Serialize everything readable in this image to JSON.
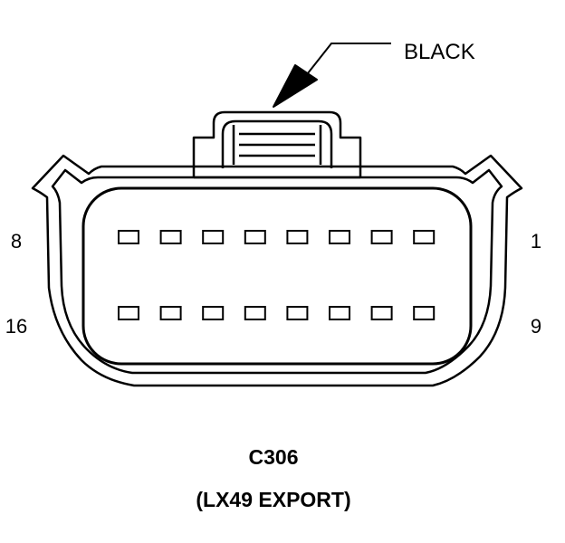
{
  "callout": {
    "label": "BLACK"
  },
  "pin_labels": {
    "top_left": "8",
    "top_right": "1",
    "bottom_left": "16",
    "bottom_right": "9"
  },
  "connector": {
    "id": "C306",
    "variant": "(LX49 EXPORT)",
    "rows": 2,
    "cavities_per_row": 8
  }
}
